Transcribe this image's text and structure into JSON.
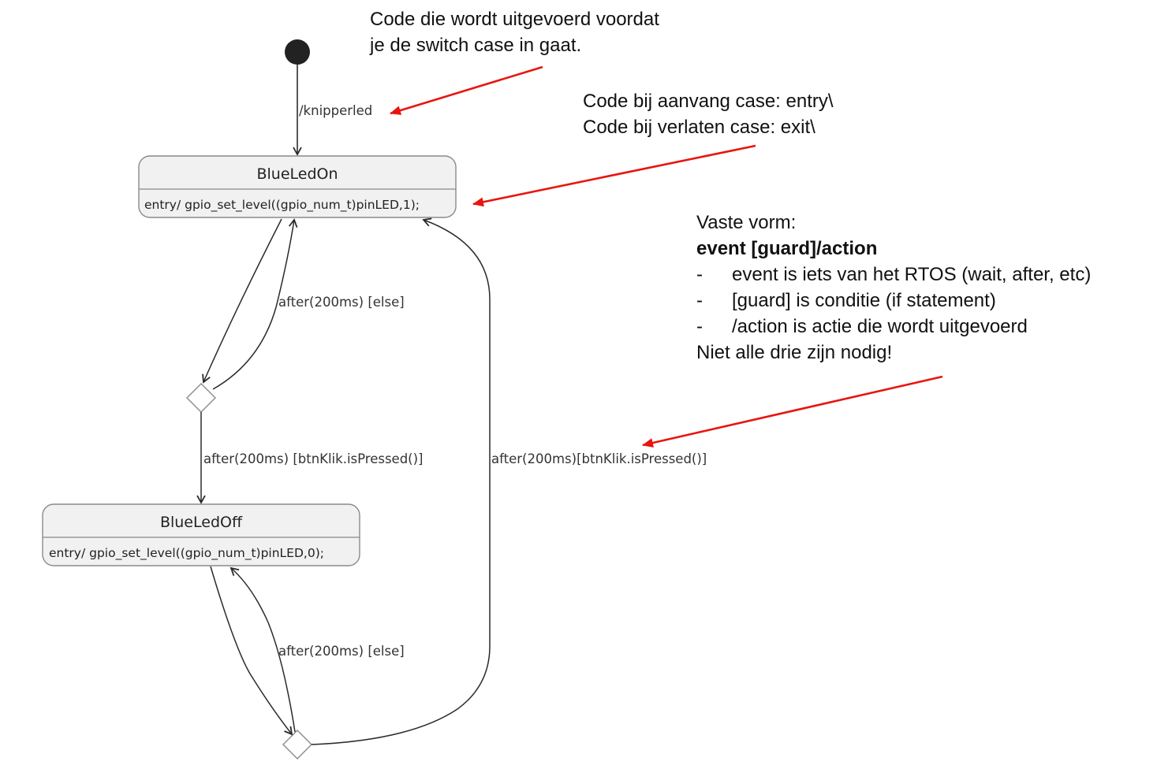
{
  "states": {
    "on": {
      "name": "BlueLedOn",
      "entry": "entry/ gpio_set_level((gpio_num_t)pinLED,1);"
    },
    "off": {
      "name": "BlueLedOff",
      "entry": "entry/ gpio_set_level((gpio_num_t)pinLED,0);"
    }
  },
  "transitions": {
    "initial": "/knipperled",
    "choice1_back_to_on": "after(200ms) [else]",
    "choice1_to_off": "after(200ms) [btnKlik.isPressed()]",
    "choice2_back_to_off": "after(200ms) [else]",
    "choice2_to_on": "after(200ms)[btnKlik.isPressed()]"
  },
  "annotations": {
    "note1": [
      "Code die wordt uitgevoerd voordat",
      "je de switch case in gaat."
    ],
    "note2": [
      "Code bij aanvang case: entry\\",
      "Code bij verlaten case: exit\\"
    ],
    "note3": {
      "title": "Vaste vorm:",
      "syntax": "event [guard]/action",
      "bullets": [
        "event is iets van het RTOS (wait, after, etc)",
        "[guard] is conditie (if statement)",
        "/action is actie die wordt uitgevoerd"
      ],
      "footer": "Niet alle drie zijn nodig!"
    }
  },
  "colors": {
    "annotation_arrow": "#e8150f",
    "state_fill": "#f1f1f1",
    "state_border": "#8a8a8a",
    "line": "#2b2b2b"
  }
}
